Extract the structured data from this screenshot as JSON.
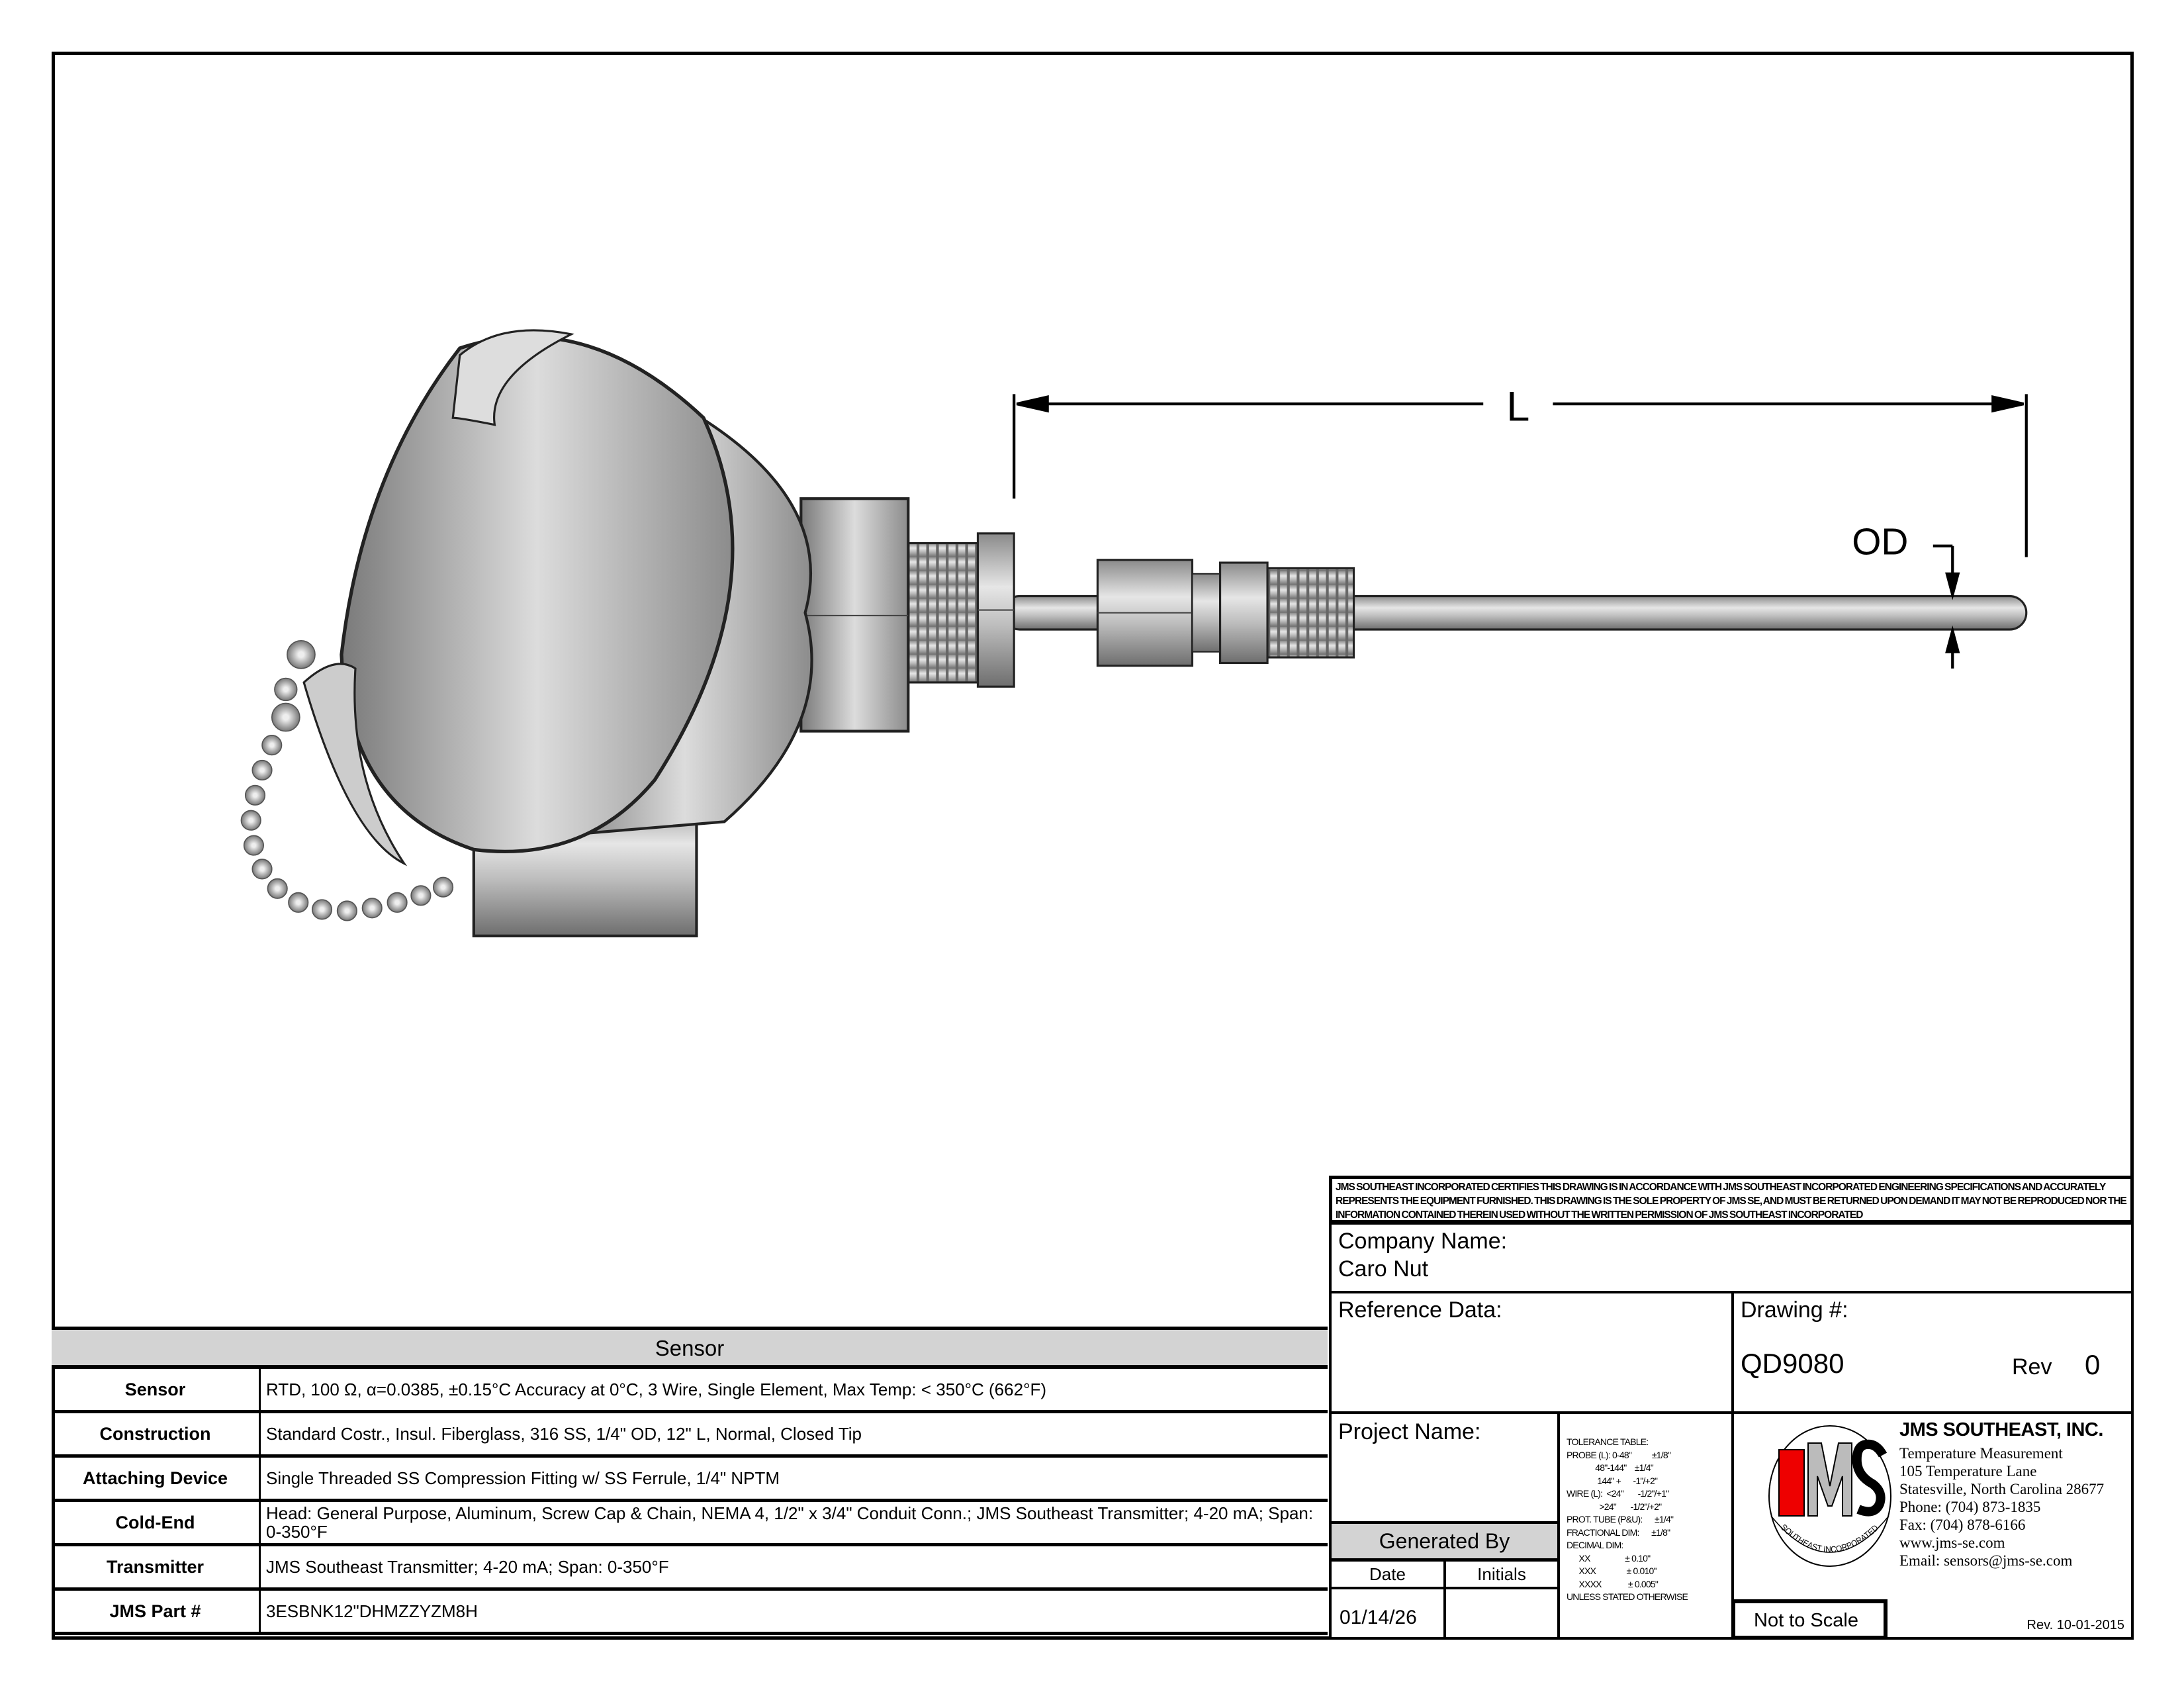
{
  "drawing": {
    "dimension_length": "L",
    "dimension_od": "OD"
  },
  "certification": "JMS SOUTHEAST INCORPORATED CERTIFIES THIS DRAWING IS IN ACCORDANCE WITH JMS SOUTHEAST INCORPORATED ENGINEERING SPECIFICATIONS AND ACCURATELY REPRESENTS THE EQUIPMENT FURNISHED.  THIS DRAWING IS THE SOLE PROPERTY OF JMS SE, AND MUST BE RETURNED UPON DEMAND IT MAY NOT BE REPRODUCED NOR THE INFORMATION CONTAINED THEREIN USED WITHOUT THE WRITTEN PERMISSION OF JMS SOUTHEAST INCORPORATED",
  "company": {
    "label": "Company Name:",
    "value": "Caro Nut"
  },
  "reference": {
    "label": "Reference Data:"
  },
  "drawing_no": {
    "label": "Drawing #:",
    "value": "QD9080",
    "rev_label": "Rev",
    "rev_value": "0"
  },
  "project": {
    "label": "Project Name:"
  },
  "generated": {
    "label": "Generated By",
    "date_label": "Date",
    "initials_label": "Initials",
    "date_value": "01/14/26"
  },
  "tolerance": [
    "TOLERANCE TABLE:",
    "PROBE (L): 0-48\"          ±1/8\"",
    "              48\"-144\"    ±1/4\"",
    "               144\" +      -1\"/+2\"",
    "WIRE (L):  <24\"       -1/2\"/+1\"",
    "                >24\"       -1/2\"/+2\"",
    "PROT. TUBE (P&U):      ±1/4\"",
    "FRACTIONAL DIM:      ±1/8\"",
    "DECIMAL DIM:",
    "      XX                 ± 0.10\"",
    "      XXX               ± 0.010\"",
    "      XXXX             ± 0.005\"",
    "UNLESS STATED OTHERWISE"
  ],
  "logo": {
    "letters": "JMS",
    "ring_text": "SOUTHEAST INCORPORATED"
  },
  "company_info": {
    "name": "JMS SOUTHEAST, INC.",
    "lines": [
      "Temperature Measurement",
      "105 Temperature Lane",
      "Statesville, North Carolina 28677",
      "Phone: (704) 873-1835",
      "Fax: (704) 878-6166",
      "www.jms-se.com",
      "Email: sensors@jms-se.com"
    ]
  },
  "not_to_scale": "Not to Scale",
  "form_rev": "Rev. 10-01-2015",
  "sensor_table": {
    "title": "Sensor",
    "rows": [
      {
        "label": "Sensor",
        "value": "RTD, 100 Ω, α=0.0385, ±0.15°C Accuracy at 0°C, 3 Wire, Single Element, Max Temp: <  350°C (662°F)"
      },
      {
        "label": "Construction",
        "value": "Standard Costr., Insul. Fiberglass, 316 SS, 1/4\" OD, 12\" L,  Normal, Closed Tip"
      },
      {
        "label": "Attaching Device",
        "value": "Single Threaded SS Compression Fitting w/ SS Ferrule, 1/4\" NPTM"
      },
      {
        "label": "Cold-End",
        "value": "Head: General Purpose, Aluminum, Screw Cap & Chain, NEMA 4, 1/2\" x 3/4\" Conduit Conn.; JMS Southeast Transmitter; 4-20 mA; Span: 0-350°F"
      },
      {
        "label": "Transmitter",
        "value": "JMS Southeast Transmitter; 4-20 mA; Span: 0-350°F"
      },
      {
        "label": "JMS Part #",
        "value": "3ESBNK12\"DHMZZYZM8H"
      }
    ]
  }
}
